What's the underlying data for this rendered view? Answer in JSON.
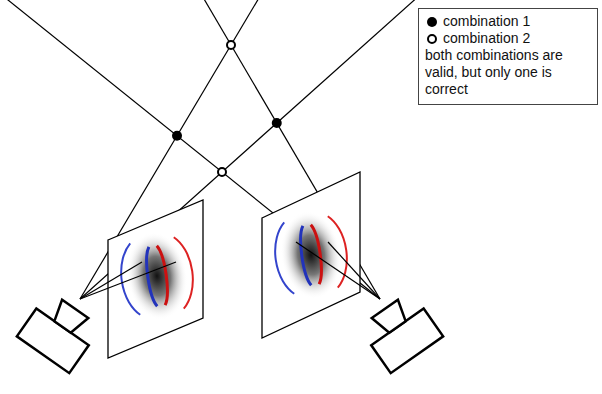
{
  "diagram": {
    "labels": [
      "both combinations are valid, but only one is correct"
    ],
    "legend": [
      {
        "text": "combination 1"
      },
      {
        "text": "combination 2"
      }
    ]
  }
}
